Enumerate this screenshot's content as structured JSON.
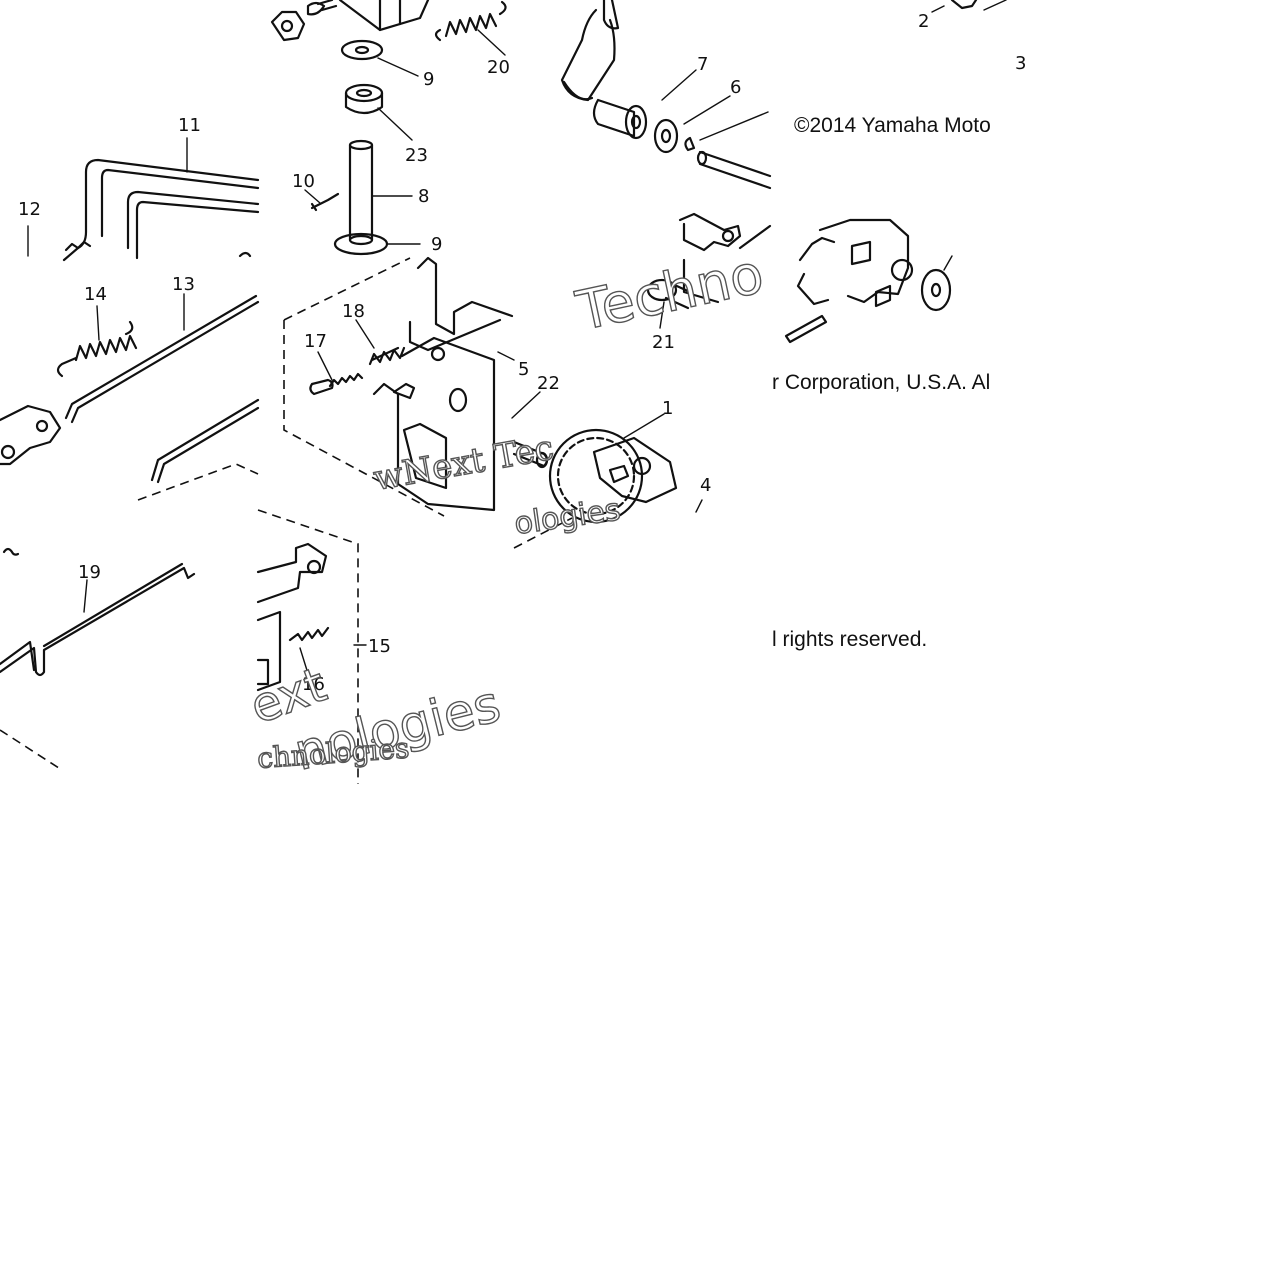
{
  "callouts": [
    "1",
    "2",
    "3",
    "4",
    "5",
    "6",
    "7",
    "8",
    "9",
    "9",
    "10",
    "11",
    "12",
    "13",
    "14",
    "15",
    "16",
    "17",
    "18",
    "19",
    "20",
    "21",
    "22",
    "23"
  ],
  "copyright": {
    "line1": "©2014 Yamaha Moto",
    "line2": "r Corporation, U.S.A. Al",
    "line3": "l rights reserved."
  },
  "watermarks": {
    "w1": "Techno",
    "w2": "wNext Tec",
    "w3": "ologies",
    "w4": "ext",
    "w5": "nologies",
    "w6": "chnologies"
  }
}
